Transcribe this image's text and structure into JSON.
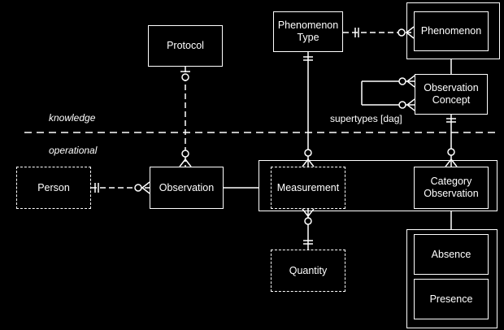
{
  "entities": {
    "protocol": "Protocol",
    "phenomenon_type": "Phenomenon\nType",
    "phenomenon": "Phenomenon",
    "observation_concept": "Observation\nConcept",
    "person": "Person",
    "observation": "Observation",
    "measurement": "Measurement",
    "category_observation": "Category\nObservation",
    "quantity": "Quantity",
    "absence": "Absence",
    "presence": "Presence"
  },
  "labels": {
    "knowledge": "knowledge",
    "operational": "operational",
    "supertypes": "supertypes [dag]"
  }
}
